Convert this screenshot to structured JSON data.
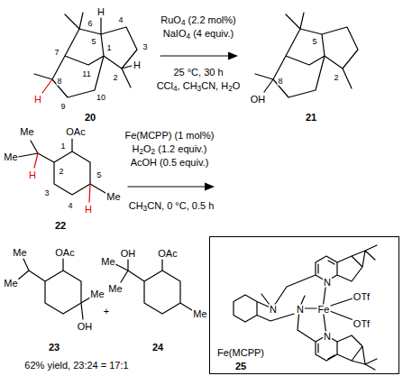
{
  "diagram": {
    "nodes": [
      {
        "text": [
          "N",
          "N",
          "N",
          "Fe",
          "OTf",
          "OTf",
          "N",
          "Fe(MCPP)",
          "25"
        ]
      }
    ],
    "labels": [
      "H",
      "6",
      "5",
      "4",
      "3",
      "1",
      "2",
      "H",
      "7",
      "11",
      "8",
      "9",
      "10",
      "H",
      "20",
      "RuO4 (2.2 mol%)",
      "NaIO4 (4 equiv.)",
      "25 °C, 30 h",
      "CCl4, CH3CN, H2O",
      "5",
      "2",
      "8",
      "OH",
      "21",
      "Me",
      "H",
      "OAc",
      "1",
      "Me",
      "2",
      "5",
      "3",
      "4",
      "H",
      "Me",
      "22",
      "Fe(MCPP) (1 mol%)",
      "H2O2 (1.2 equiv.)",
      "AcOH (0.5 equiv.)",
      "CH3CN, 0 °C, 0.5 h",
      "Me",
      "OAc",
      "Me",
      "Me",
      "OH",
      "23",
      "+",
      "Me",
      "OH",
      "OAc",
      "Me",
      "Me",
      "24",
      "62% yield, 23:24 = 17:1"
    ]
  }
}
